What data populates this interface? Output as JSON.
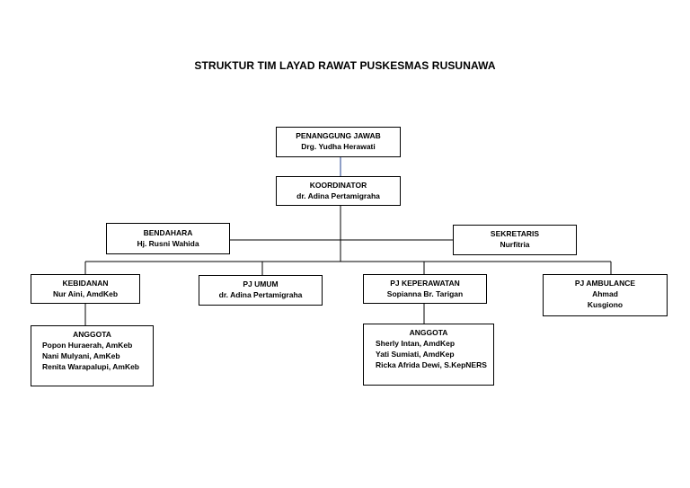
{
  "title": "STRUKTUR TIM LAYAD RAWAT PUSKESMAS RUSUNAWA",
  "nodes": {
    "penanggung_jawab": {
      "label": "PENANGGUNG JAWAB",
      "name": "Drg. Yudha Herawati"
    },
    "koordinator": {
      "label": "KOORDINATOR",
      "name": "dr. Adina Pertamigraha"
    },
    "bendahara": {
      "label": "BENDAHARA",
      "name": "Hj. Rusni Wahida"
    },
    "sekretaris": {
      "label": "SEKRETARIS",
      "name": "Nurfitria"
    },
    "kebidanan": {
      "label": "KEBIDANAN",
      "name": "Nur Aini, AmdKeb"
    },
    "pj_umum": {
      "label": "PJ UMUM",
      "name": "dr. Adina Pertamigraha"
    },
    "pj_keperawatan": {
      "label": "PJ KEPERAWATAN",
      "name": "Sopianna Br. Tarigan"
    },
    "pj_ambulance": {
      "label": "PJ AMBULANCE",
      "name_lines": [
        "Ahmad",
        "Kusgiono"
      ]
    },
    "anggota_kebidanan": {
      "label": "ANGGOTA",
      "members": [
        "Popon Huraerah, AmKeb",
        "Nani Mulyani, AmKeb",
        "Renita Warapalupi, AmKeb"
      ]
    },
    "anggota_keperawatan": {
      "label": "ANGGOTA",
      "members": [
        "Sherly Intan, AmdKep",
        "Yati Sumiati, AmdKep",
        "Ricka Afrida Dewi, S.KepNERS"
      ]
    }
  },
  "colors": {
    "connector_top": "#1f3f8f",
    "connector": "#000000",
    "border": "#000000"
  }
}
